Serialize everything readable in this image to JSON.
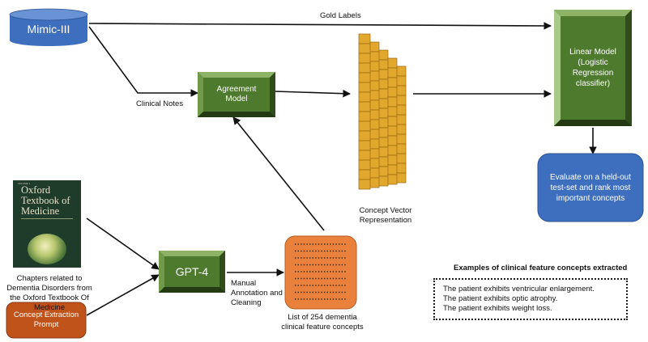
{
  "nodes": {
    "mimic": "Mimic-III",
    "agreement": "Agreement Model",
    "linear": "Linear Model (Logistic Regression classifier)",
    "evaluate": "Evaluate on a held-out test-set and rank most important concepts",
    "gpt4": "GPT-4",
    "prompt": "Concept Extraction Prompt",
    "concept_list_caption": "List of 254 dementia  clinical feature concepts"
  },
  "edges": {
    "gold_labels": "Gold Labels",
    "clinical_notes": "Clinical Notes",
    "concept_vector": "Concept Vector Representation",
    "manual": "Manual Annotation and Cleaning"
  },
  "book": {
    "caption": "Chapters related to Dementia Disorders from the Oxford Textbook Of Medicine",
    "cover_title": "Oxford Textbook of Medicine"
  },
  "examples": {
    "title": "Examples of clinical feature concepts extracted",
    "items": [
      "The patient exhibits ventricular enlargement.",
      "The patient exhibits optic atrophy.",
      "The patient exhibits weight loss."
    ]
  },
  "colors": {
    "green": "#4e7a2e",
    "green_light": "#8db366",
    "green_dark": "#2f4c1a",
    "blue": "#3e6fbf",
    "orange": "#e9803c",
    "brown": "#c0531a",
    "vector_cell": "#e2a72d"
  }
}
